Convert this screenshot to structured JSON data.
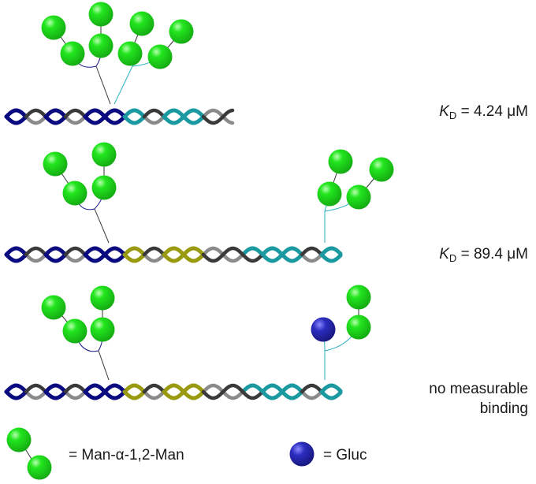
{
  "rows": [
    {
      "kd_symbol": "K",
      "kd_sub": "D",
      "kd_value": "= 4.24 μM"
    },
    {
      "kd_symbol": "K",
      "kd_sub": "D",
      "kd_value": "= 89.4 μM"
    },
    {
      "label_line1": "no measurable",
      "label_line2": "binding"
    }
  ],
  "legend": {
    "man_label": "= Man-α-1,2-Man",
    "gluc_label": "= Gluc"
  },
  "colors": {
    "mannose_green": "#1fe01f",
    "glucose_blue": "#2b2bb0",
    "strand_navy": "#0a0a80",
    "strand_teal": "#1a9aa0",
    "strand_olive": "#9a9a10",
    "strand_dark": "#3a3a3a",
    "strand_gray": "#8a8a8a",
    "linker_navy": "#1a1a8a",
    "linker_teal": "#2ab0c0"
  },
  "icons": [
    "mannose-sphere-icon",
    "glucose-sphere-icon",
    "dna-helix-icon"
  ]
}
